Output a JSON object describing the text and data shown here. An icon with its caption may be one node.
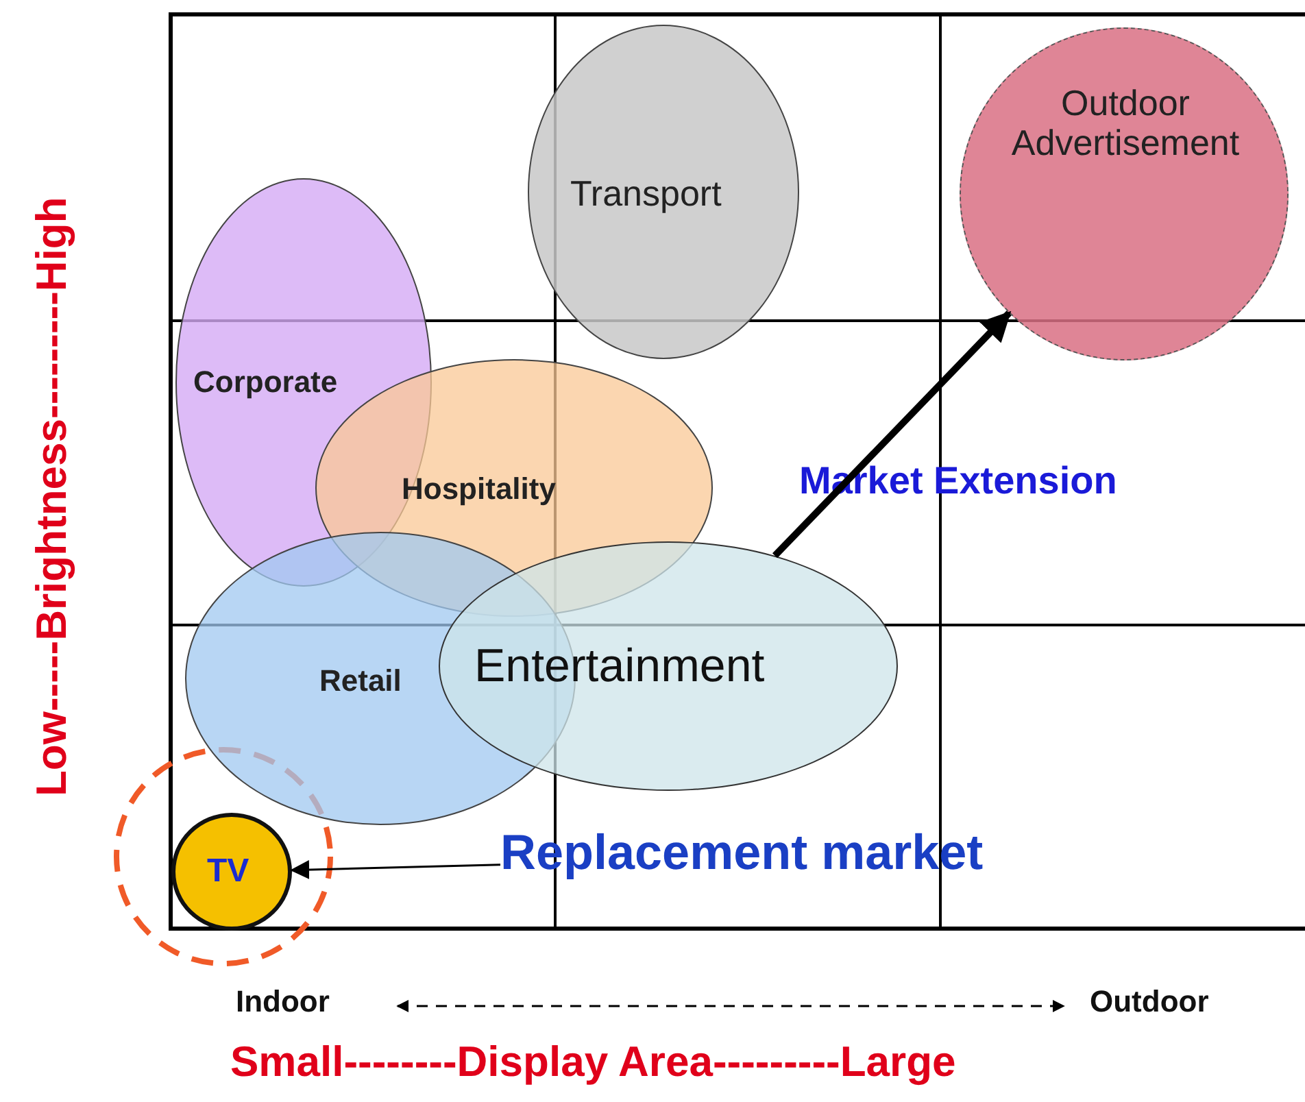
{
  "diagram": {
    "nodes": [
      {
        "text": [
          "Transport"
        ]
      },
      {
        "text": [
          "Outdoor Advertisement"
        ]
      },
      {
        "text": [
          "Corporate"
        ]
      },
      {
        "text": [
          "Hospitality"
        ]
      },
      {
        "text": [
          "Retail"
        ]
      },
      {
        "text": [
          "Entertainment"
        ]
      },
      {
        "text": [
          "Replacement market"
        ]
      },
      {
        "text": [
          "TV"
        ]
      }
    ],
    "edges": [
      {
        "from": 5,
        "to": 1,
        "arrow": "to",
        "style": "thick"
      },
      {
        "from": 6,
        "to": 7,
        "arrow": "to"
      }
    ],
    "labels": [
      "Market Extension",
      "Indoor",
      "Outdoor",
      "Small--------Display Area---------Large",
      "Low-----Brightness---------High"
    ]
  }
}
